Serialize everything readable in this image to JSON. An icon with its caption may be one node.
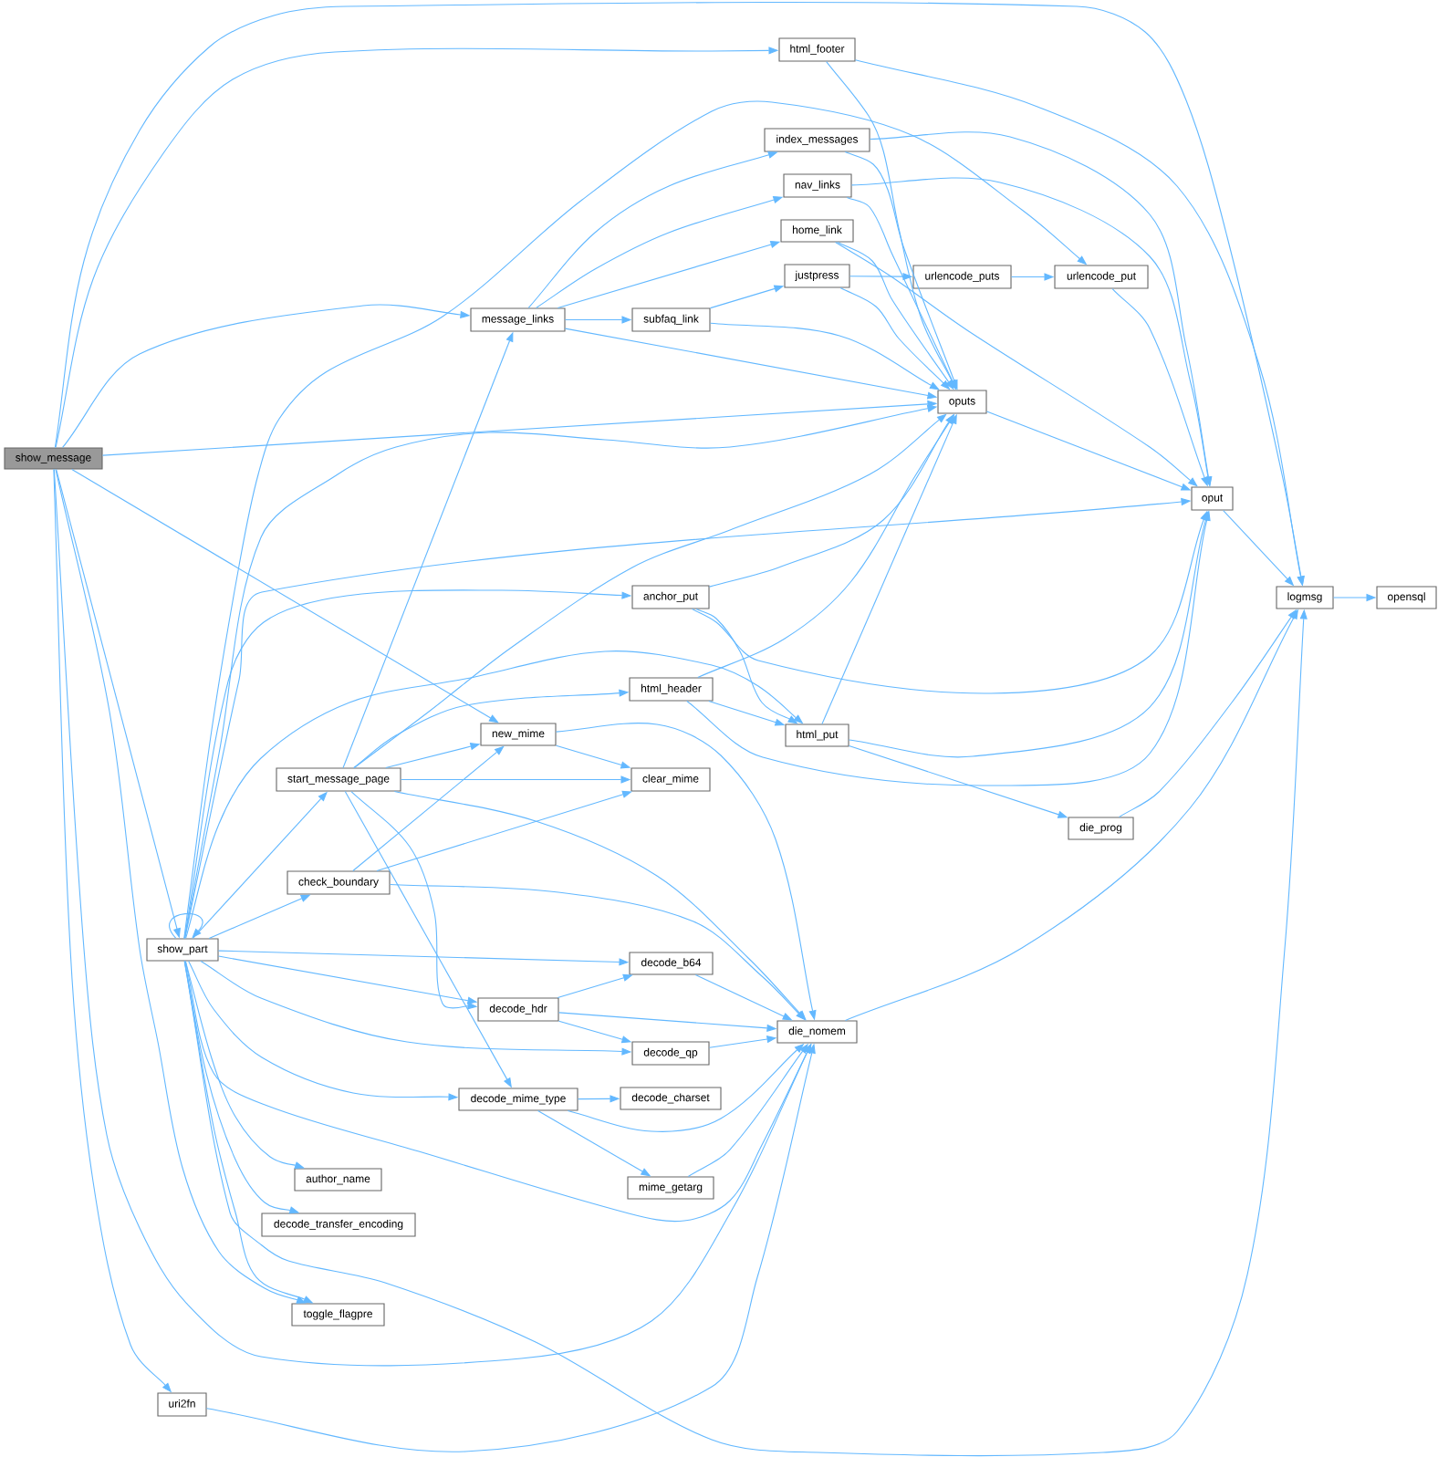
{
  "diagram": {
    "nodes": [
      {
        "text": [
          "show_message"
        ]
      },
      {
        "text": [
          "show_part"
        ]
      },
      {
        "text": [
          "uri2fn"
        ]
      },
      {
        "text": [
          "start_message_page"
        ]
      },
      {
        "text": [
          "check_boundary"
        ]
      },
      {
        "text": [
          "author_name"
        ]
      },
      {
        "text": [
          "decode_transfer_encoding"
        ]
      },
      {
        "text": [
          "toggle_flagpre"
        ]
      },
      {
        "text": [
          "message_links"
        ]
      },
      {
        "text": [
          "new_mime"
        ]
      },
      {
        "text": [
          "decode_hdr"
        ]
      },
      {
        "text": [
          "decode_mime_type"
        ]
      },
      {
        "text": [
          "subfaq_link"
        ]
      },
      {
        "text": [
          "anchor_put"
        ]
      },
      {
        "text": [
          "html_header"
        ]
      },
      {
        "text": [
          "clear_mime"
        ]
      },
      {
        "text": [
          "decode_b64"
        ]
      },
      {
        "text": [
          "decode_qp"
        ]
      },
      {
        "text": [
          "decode_charset"
        ]
      },
      {
        "text": [
          "mime_getarg"
        ]
      },
      {
        "text": [
          "html_footer"
        ]
      },
      {
        "text": [
          "index_messages"
        ]
      },
      {
        "text": [
          "nav_links"
        ]
      },
      {
        "text": [
          "home_link"
        ]
      },
      {
        "text": [
          "justpress"
        ]
      },
      {
        "text": [
          "html_put"
        ]
      },
      {
        "text": [
          "die_nomem"
        ]
      },
      {
        "text": [
          "urlencode_puts"
        ]
      },
      {
        "text": [
          "oputs"
        ]
      },
      {
        "text": [
          "urlencode_put"
        ]
      },
      {
        "text": [
          "die_prog"
        ]
      },
      {
        "text": [
          "oput"
        ]
      },
      {
        "text": [
          "logmsg"
        ]
      },
      {
        "text": [
          "opensql"
        ]
      }
    ],
    "edges": [
      {
        "from": 0,
        "to": 32,
        "arrow": "to"
      },
      {
        "from": 0,
        "to": 20,
        "arrow": "to"
      },
      {
        "from": 0,
        "to": 8,
        "arrow": "to"
      },
      {
        "from": 0,
        "to": 28,
        "arrow": "to"
      },
      {
        "from": 0,
        "to": 9,
        "arrow": "to"
      },
      {
        "from": 0,
        "to": 1,
        "arrow": "to"
      },
      {
        "from": 0,
        "to": 7,
        "arrow": "to"
      },
      {
        "from": 0,
        "to": 26,
        "arrow": "to"
      },
      {
        "from": 0,
        "to": 2,
        "arrow": "to"
      },
      {
        "from": 1,
        "to": 1,
        "arrow": "to"
      },
      {
        "from": 1,
        "to": 3,
        "arrow": "to"
      },
      {
        "from": 1,
        "to": 4,
        "arrow": "to"
      },
      {
        "from": 1,
        "to": 16,
        "arrow": "to"
      },
      {
        "from": 1,
        "to": 10,
        "arrow": "to"
      },
      {
        "from": 1,
        "to": 17,
        "arrow": "to"
      },
      {
        "from": 1,
        "to": 11,
        "arrow": "to"
      },
      {
        "from": 1,
        "to": 5,
        "arrow": "to"
      },
      {
        "from": 1,
        "to": 6,
        "arrow": "to"
      },
      {
        "from": 1,
        "to": 7,
        "arrow": "to"
      },
      {
        "from": 1,
        "to": 26,
        "arrow": "to"
      },
      {
        "from": 1,
        "to": 32,
        "arrow": "to"
      },
      {
        "from": 1,
        "to": 28,
        "arrow": "to"
      },
      {
        "from": 1,
        "to": 31,
        "arrow": "to"
      },
      {
        "from": 1,
        "to": 13,
        "arrow": "to"
      },
      {
        "from": 1,
        "to": 25,
        "arrow": "to"
      },
      {
        "from": 1,
        "to": 29,
        "arrow": "to"
      },
      {
        "from": 2,
        "to": 26,
        "arrow": "to"
      },
      {
        "from": 3,
        "to": 8,
        "arrow": "to"
      },
      {
        "from": 3,
        "to": 9,
        "arrow": "to"
      },
      {
        "from": 3,
        "to": 15,
        "arrow": "to"
      },
      {
        "from": 3,
        "to": 14,
        "arrow": "to"
      },
      {
        "from": 3,
        "to": 28,
        "arrow": "to"
      },
      {
        "from": 3,
        "to": 26,
        "arrow": "to"
      },
      {
        "from": 3,
        "to": 10,
        "arrow": "to"
      },
      {
        "from": 3,
        "to": 11,
        "arrow": "to"
      },
      {
        "from": 4,
        "to": 9,
        "arrow": "to"
      },
      {
        "from": 4,
        "to": 15,
        "arrow": "to"
      },
      {
        "from": 4,
        "to": 26,
        "arrow": "to"
      },
      {
        "from": 8,
        "to": 21,
        "arrow": "to"
      },
      {
        "from": 8,
        "to": 22,
        "arrow": "to"
      },
      {
        "from": 8,
        "to": 23,
        "arrow": "to"
      },
      {
        "from": 8,
        "to": 12,
        "arrow": "to"
      },
      {
        "from": 8,
        "to": 28,
        "arrow": "to"
      },
      {
        "from": 9,
        "to": 15,
        "arrow": "to"
      },
      {
        "from": 9,
        "to": 26,
        "arrow": "to"
      },
      {
        "from": 10,
        "to": 16,
        "arrow": "to"
      },
      {
        "from": 10,
        "to": 26,
        "arrow": "to"
      },
      {
        "from": 10,
        "to": 17,
        "arrow": "to"
      },
      {
        "from": 11,
        "to": 18,
        "arrow": "to"
      },
      {
        "from": 11,
        "to": 19,
        "arrow": "to"
      },
      {
        "from": 11,
        "to": 26,
        "arrow": "to"
      },
      {
        "from": 12,
        "to": 24,
        "arrow": "to"
      },
      {
        "from": 12,
        "to": 28,
        "arrow": "to"
      },
      {
        "from": 13,
        "to": 28,
        "arrow": "to"
      },
      {
        "from": 13,
        "to": 25,
        "arrow": "to"
      },
      {
        "from": 13,
        "to": 31,
        "arrow": "to"
      },
      {
        "from": 14,
        "to": 28,
        "arrow": "to"
      },
      {
        "from": 14,
        "to": 25,
        "arrow": "to"
      },
      {
        "from": 14,
        "to": 31,
        "arrow": "to"
      },
      {
        "from": 16,
        "to": 26,
        "arrow": "to"
      },
      {
        "from": 17,
        "to": 26,
        "arrow": "to"
      },
      {
        "from": 19,
        "to": 26,
        "arrow": "to"
      },
      {
        "from": 20,
        "to": 28,
        "arrow": "to"
      },
      {
        "from": 20,
        "to": 32,
        "arrow": "to"
      },
      {
        "from": 21,
        "to": 28,
        "arrow": "to"
      },
      {
        "from": 21,
        "to": 31,
        "arrow": "to"
      },
      {
        "from": 22,
        "to": 28,
        "arrow": "to"
      },
      {
        "from": 22,
        "to": 31,
        "arrow": "to"
      },
      {
        "from": 23,
        "to": 28,
        "arrow": "to"
      },
      {
        "from": 23,
        "to": 31,
        "arrow": "to"
      },
      {
        "from": 24,
        "to": 27,
        "arrow": "to"
      },
      {
        "from": 24,
        "to": 28,
        "arrow": "to"
      },
      {
        "from": 25,
        "to": 28,
        "arrow": "to"
      },
      {
        "from": 25,
        "to": 31,
        "arrow": "to"
      },
      {
        "from": 25,
        "to": 30,
        "arrow": "to"
      },
      {
        "from": 26,
        "to": 32,
        "arrow": "to"
      },
      {
        "from": 27,
        "to": 29,
        "arrow": "to"
      },
      {
        "from": 28,
        "to": 31,
        "arrow": "to"
      },
      {
        "from": 29,
        "to": 31,
        "arrow": "to"
      },
      {
        "from": 30,
        "to": 32,
        "arrow": "to"
      },
      {
        "from": 31,
        "to": 32,
        "arrow": "to"
      },
      {
        "from": 32,
        "to": 33,
        "arrow": "to"
      }
    ]
  }
}
